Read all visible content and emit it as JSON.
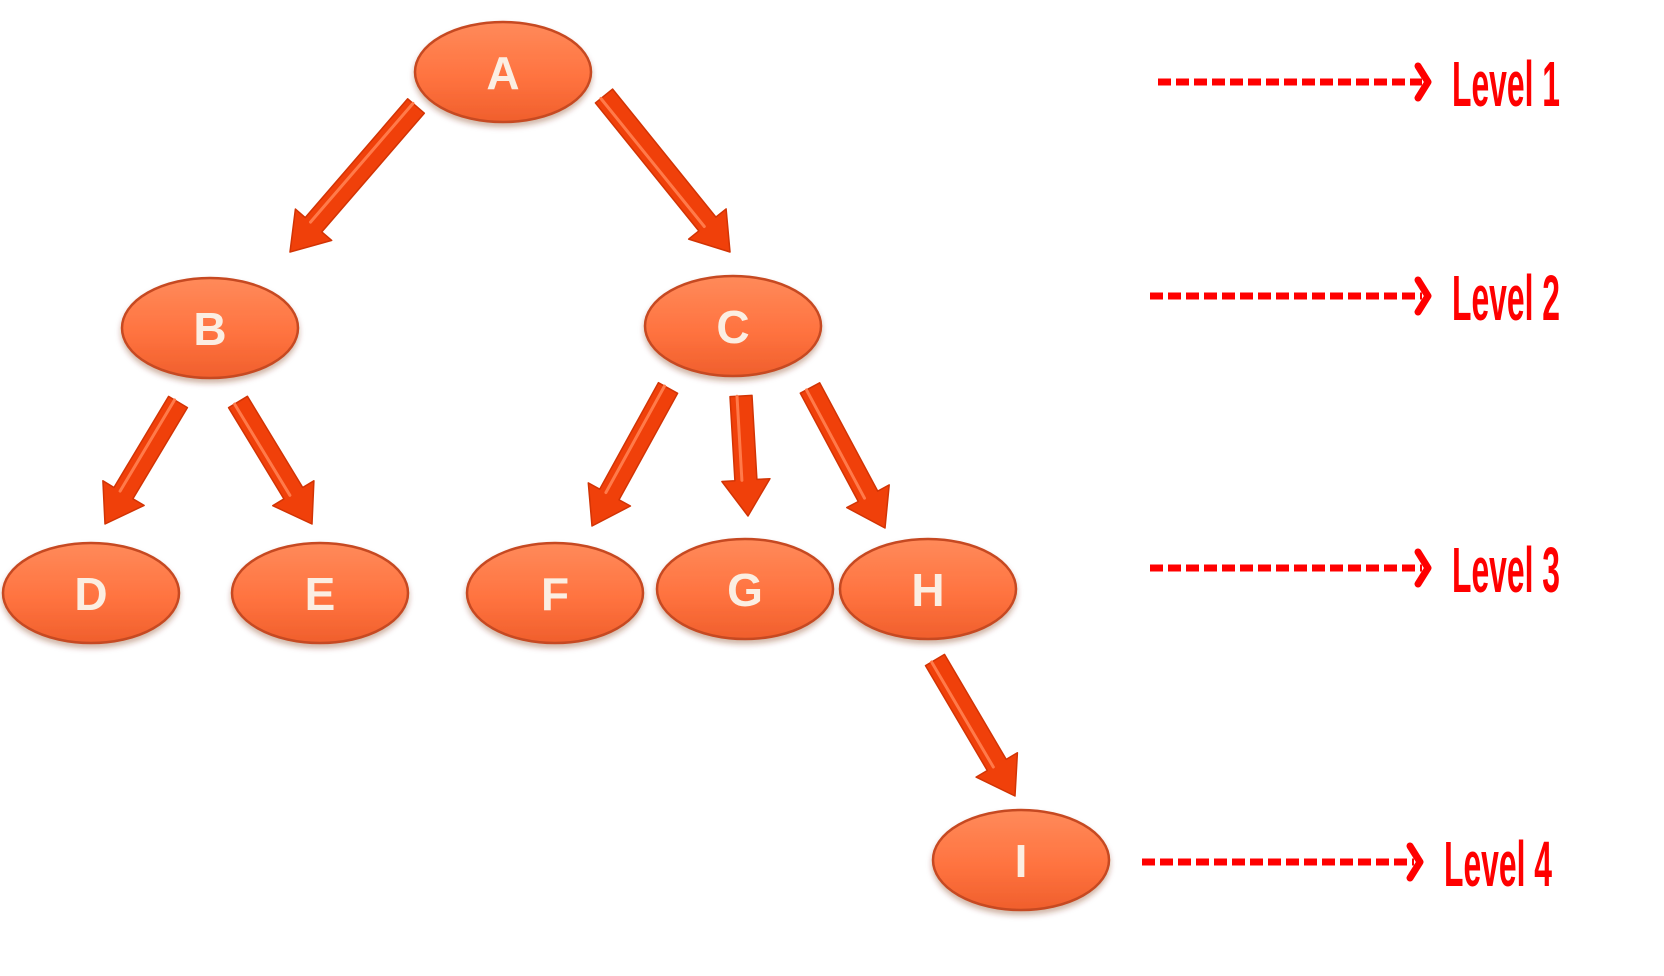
{
  "diagram": {
    "colors": {
      "node_fill": "#ff7340",
      "node_stroke": "#c64a20",
      "node_text": "#fbeee2",
      "edge": "#f0400a",
      "level_marker": "#ff0000"
    },
    "nodes": [
      {
        "id": "A",
        "label": "A",
        "level": 1
      },
      {
        "id": "B",
        "label": "B",
        "level": 2
      },
      {
        "id": "C",
        "label": "C",
        "level": 2
      },
      {
        "id": "D",
        "label": "D",
        "level": 3
      },
      {
        "id": "E",
        "label": "E",
        "level": 3
      },
      {
        "id": "F",
        "label": "F",
        "level": 3
      },
      {
        "id": "G",
        "label": "G",
        "level": 3
      },
      {
        "id": "H",
        "label": "H",
        "level": 3
      },
      {
        "id": "I",
        "label": "I",
        "level": 4
      }
    ],
    "edges": [
      {
        "from": "A",
        "to": "B"
      },
      {
        "from": "A",
        "to": "C"
      },
      {
        "from": "B",
        "to": "D"
      },
      {
        "from": "B",
        "to": "E"
      },
      {
        "from": "C",
        "to": "F"
      },
      {
        "from": "C",
        "to": "G"
      },
      {
        "from": "C",
        "to": "H"
      },
      {
        "from": "H",
        "to": "I"
      }
    ],
    "levels": [
      {
        "label": "Level 1"
      },
      {
        "label": "Level 2"
      },
      {
        "label": "Level 3"
      },
      {
        "label": "Level 4"
      }
    ]
  }
}
